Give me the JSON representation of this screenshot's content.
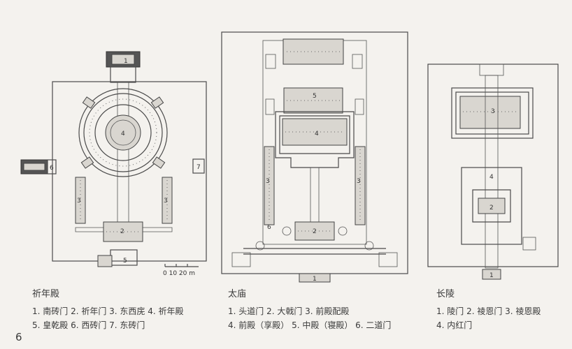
{
  "page_number": "6",
  "scale_label": "0 10 20 m",
  "plans": [
    {
      "title": "祈年殿",
      "legend_lines": [
        "1. 南砖门  2. 祈年门  3. 东西庑  4. 祈年殿",
        "5. 皇乾殿  6. 西砖门  7. 东砖门"
      ],
      "markers": [
        "1",
        "2",
        "3",
        "3",
        "4",
        "5",
        "6",
        "7"
      ]
    },
    {
      "title": "太庙",
      "legend_lines": [
        "1. 头道门  2. 大戟门  3. 前殿配殿",
        "4. 前殿（享殿）  5. 中殿（寝殿）  6. 二道门"
      ],
      "markers": [
        "1",
        "2",
        "3",
        "3",
        "4",
        "5",
        "6"
      ]
    },
    {
      "title": "长陵",
      "legend_lines": [
        "1. 陵门  2. 祾恩门  3. 祾恩殿",
        "4. 内红门"
      ],
      "markers": [
        "1",
        "2",
        "3",
        "4"
      ]
    }
  ]
}
